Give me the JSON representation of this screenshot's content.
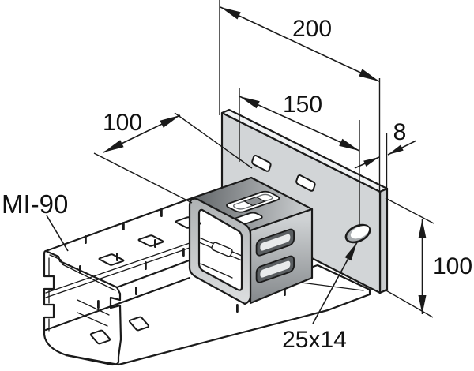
{
  "diagram": {
    "part_label": "MI-90",
    "dimensions": {
      "plate_width": "200",
      "hole_spacing": "150",
      "plate_thickness": "8",
      "connector_length": "100",
      "plate_height": "100",
      "slot_size": "25x14"
    },
    "colors": {
      "line": "#1a1a1a",
      "background": "#ffffff",
      "plate_face": "#d2d5d7",
      "plate_edge_light": "#f0f2f3",
      "plate_edge_dark": "#c9ccce",
      "sleeve_dark": "#5f6366",
      "sleeve_light": "#cfd2d4",
      "sleeve_face_dark": "#aeb1b3",
      "sleeve_face_light": "#dcdedf",
      "slot_interior": "#5a5e61",
      "hole_rim": "#a9adb0"
    }
  }
}
